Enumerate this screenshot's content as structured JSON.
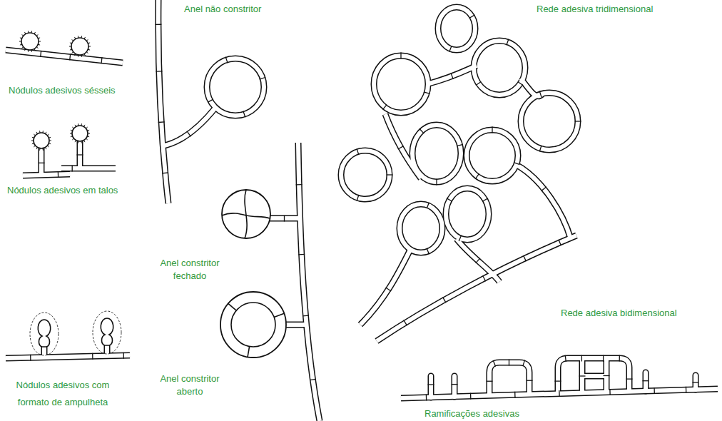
{
  "diagram": {
    "labels": [
      "Anel não constritor",
      "Rede adesiva tridimensional",
      "Nódulos adesivos sésseis",
      "Nódulos adesivos em talos",
      "Anel constritor fechado",
      "Rede adesiva bidimensional",
      "Nódulos adesivos com formato de ampulheta",
      "Anel constritor aberto",
      "Ramificações adesivas"
    ]
  }
}
